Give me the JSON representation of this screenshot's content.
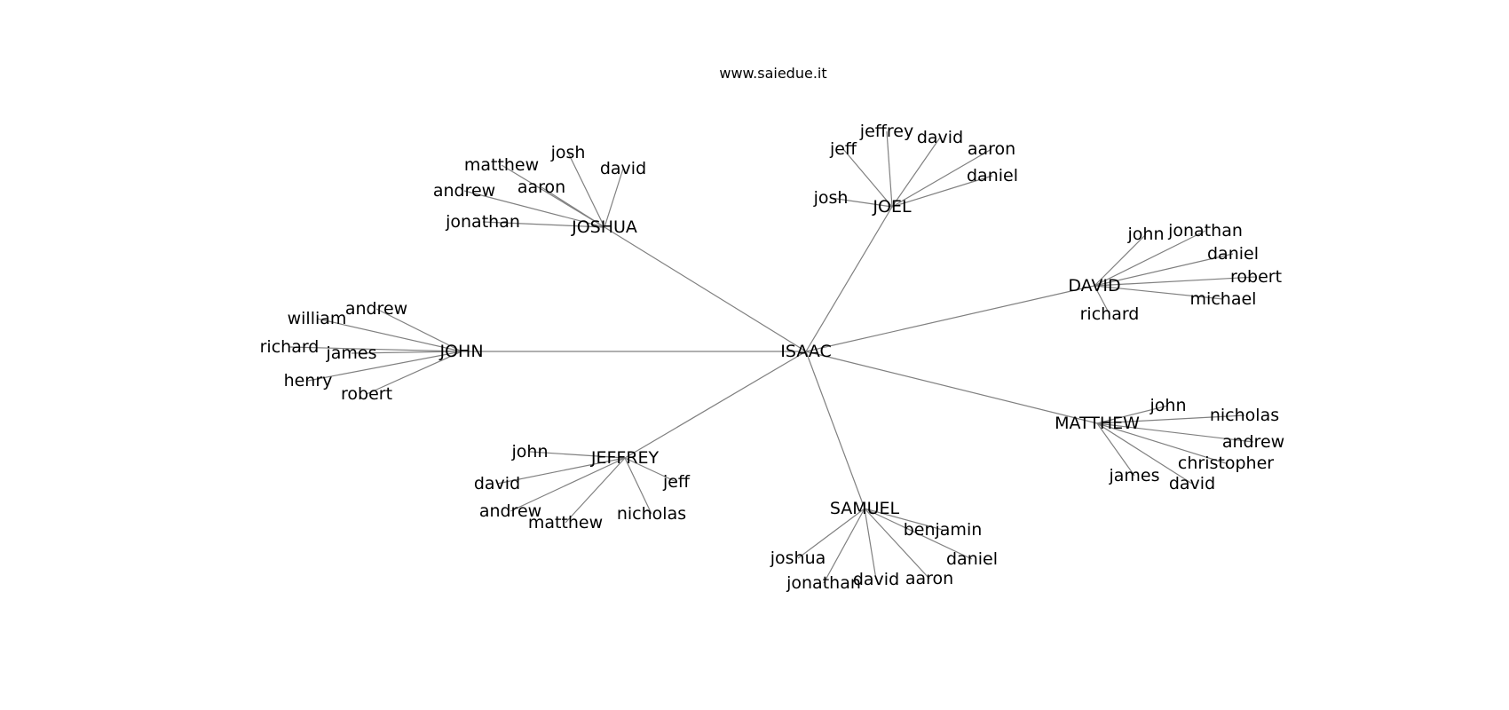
{
  "title": "www.saiedue.it",
  "root": "ISAAC",
  "hubs": [
    {
      "name": "JOSHUA",
      "children": [
        "matthew",
        "josh",
        "david",
        "aaron",
        "andrew",
        "jonathan"
      ]
    },
    {
      "name": "JOEL",
      "children": [
        "jeffrey",
        "david",
        "jeff",
        "aaron",
        "daniel",
        "josh"
      ]
    },
    {
      "name": "DAVID",
      "children": [
        "john",
        "jonathan",
        "daniel",
        "robert",
        "michael",
        "richard"
      ]
    },
    {
      "name": "JOHN",
      "children": [
        "andrew",
        "william",
        "richard",
        "james",
        "henry",
        "robert"
      ]
    },
    {
      "name": "MATTHEW",
      "children": [
        "john",
        "nicholas",
        "andrew",
        "christopher",
        "james",
        "david"
      ]
    },
    {
      "name": "JEFFREY",
      "children": [
        "john",
        "david",
        "jeff",
        "andrew",
        "matthew",
        "nicholas"
      ]
    },
    {
      "name": "SAMUEL",
      "children": [
        "benjamin",
        "joshua",
        "daniel",
        "david",
        "aaron",
        "jonathan"
      ]
    }
  ]
}
